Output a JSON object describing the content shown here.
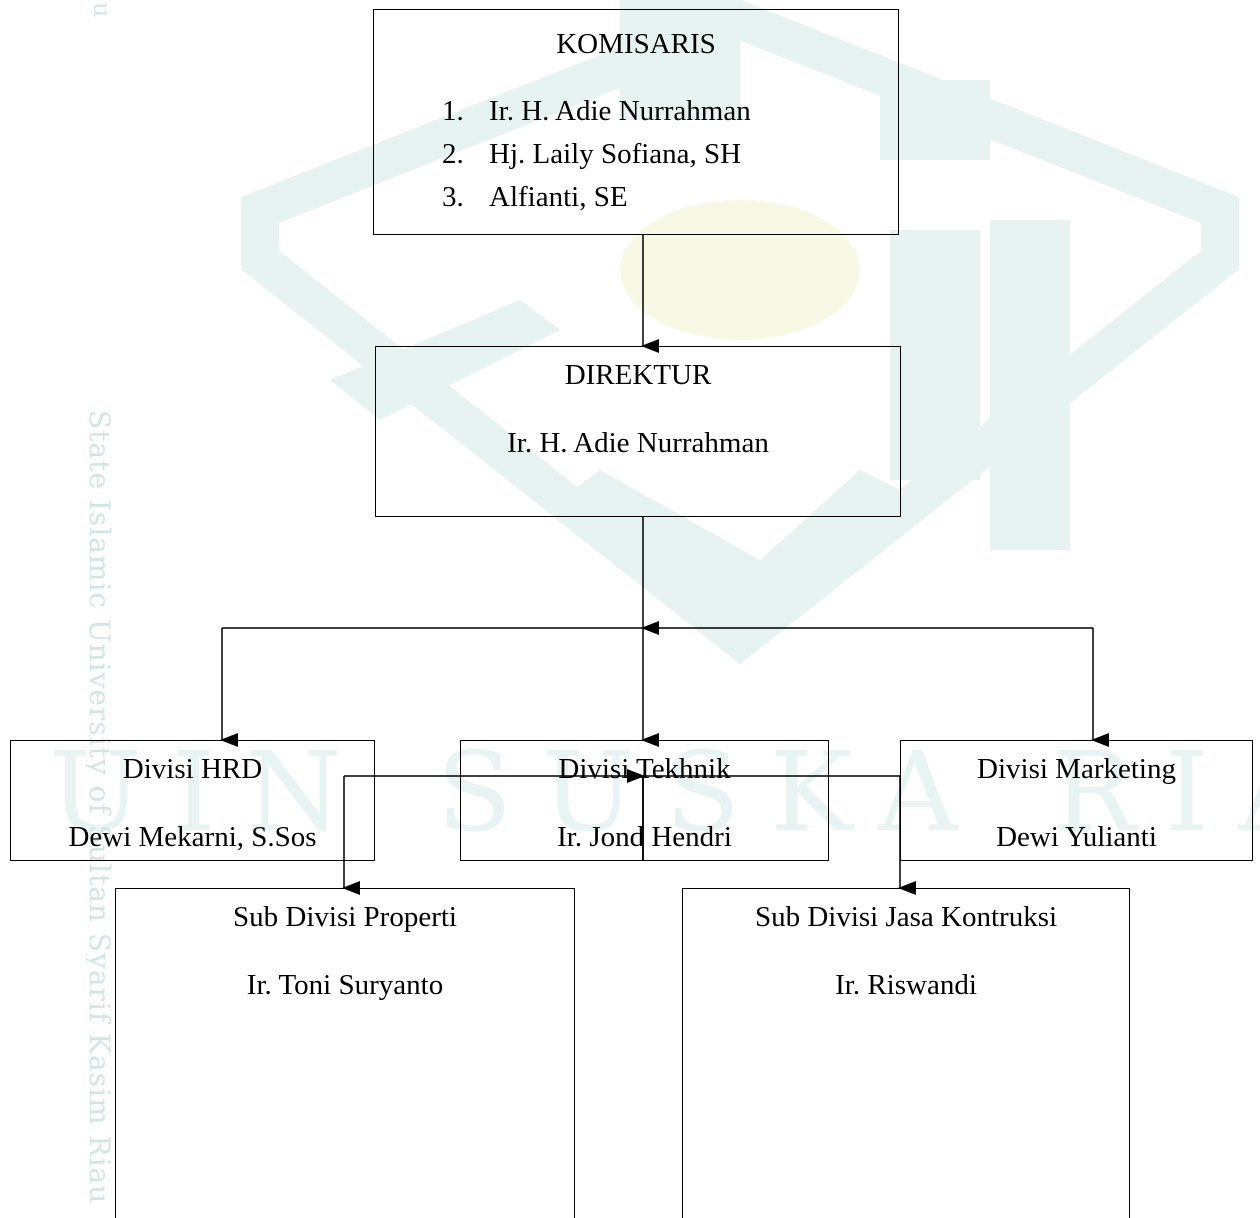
{
  "watermark": {
    "side_text": "State Islamic University of Sultan Syarif Kasim Riau",
    "top_text": "u",
    "color": "#cfe6e3",
    "center_text": "UIN SUSKA RIAU"
  },
  "komisaris": {
    "title": "KOMISARIS",
    "members": [
      {
        "num": "1.",
        "name": "Ir. H. Adie Nurrahman"
      },
      {
        "num": "2.",
        "name": "Hj. Laily Sofiana,  SH"
      },
      {
        "num": "3.",
        "name": "Alfianti, SE"
      }
    ]
  },
  "direktur": {
    "title": "DIREKTUR",
    "name": "Ir. H. Adie Nurrahman"
  },
  "divisions": {
    "hrd": {
      "title": "Divisi HRD",
      "name": "Dewi Mekarni, S.Sos"
    },
    "tekhnik": {
      "title": "Divisi Tekhnik",
      "name": "Ir. Jond Hendri"
    },
    "marketing": {
      "title": "Divisi Marketing",
      "name": "Dewi Yulianti"
    }
  },
  "sub_divisions": {
    "properti": {
      "title": "Sub Divisi Properti",
      "name": "Ir. Toni Suryanto"
    },
    "jasa_kontruksi": {
      "title": "Sub Divisi Jasa Kontruksi",
      "name": "Ir. Riswandi"
    }
  }
}
